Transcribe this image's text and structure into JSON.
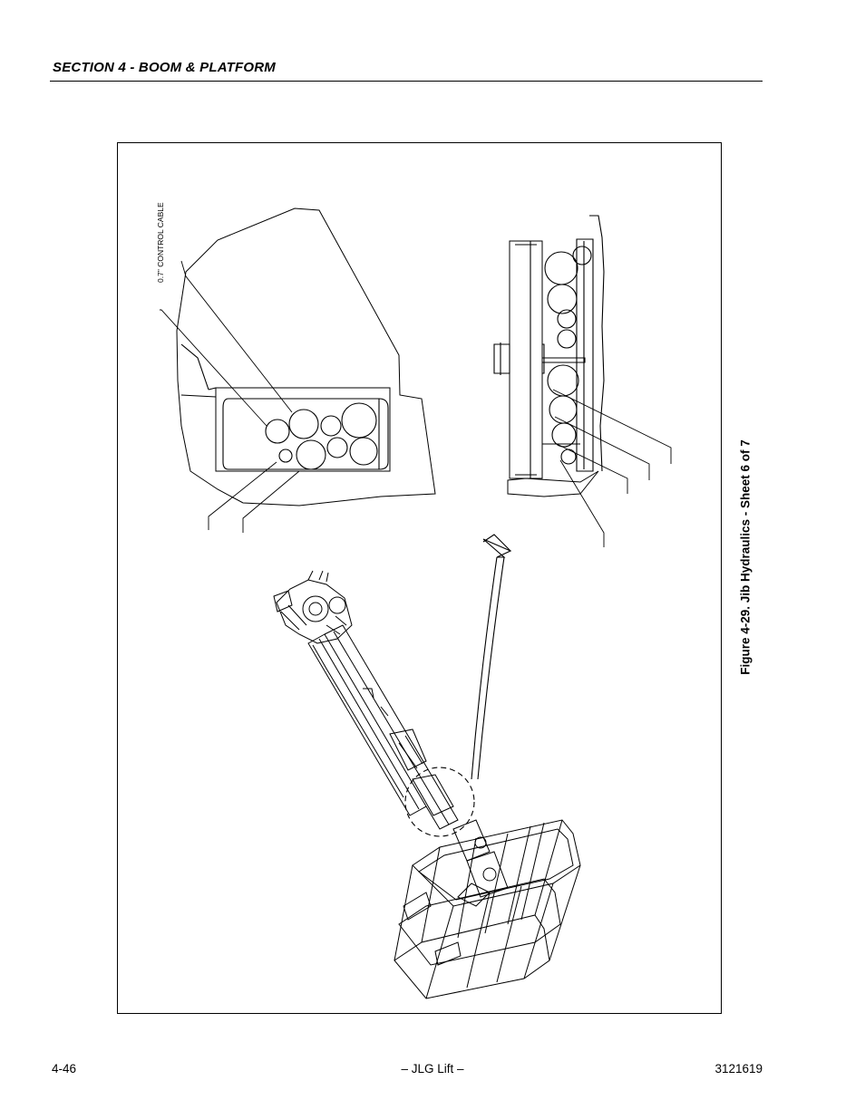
{
  "header": {
    "section_title": "SECTION 4 - BOOM & PLATFORM"
  },
  "figure": {
    "caption": "Figure 4-29.  Jib Hydraulics - Sheet 6 of 7",
    "callout_label": "0.7\" CONTROL CABLE"
  },
  "footer": {
    "page_number": "4-46",
    "publisher": "– JLG Lift –",
    "document_number": "3121619"
  }
}
